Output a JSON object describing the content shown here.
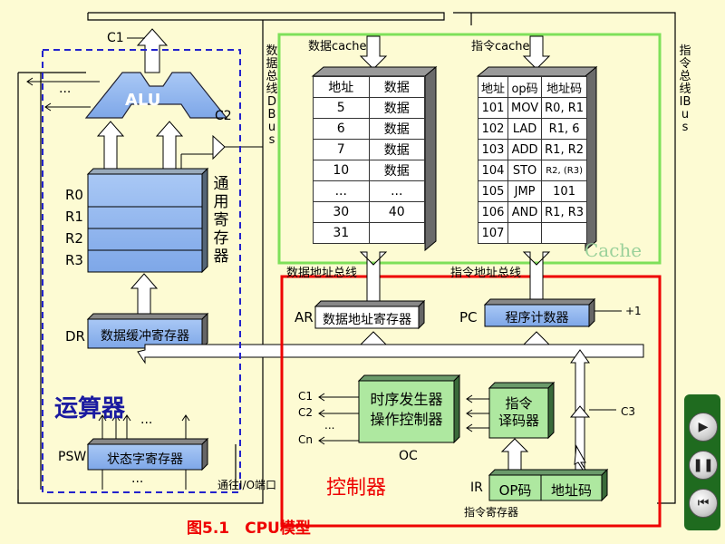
{
  "alu": {
    "label": "ALU",
    "c1": "C1",
    "c2": "C2",
    "dots": "..."
  },
  "registers": {
    "title": "通用寄存器",
    "items": [
      "R0",
      "R1",
      "R2",
      "R3"
    ]
  },
  "dr": {
    "tag": "DR",
    "label": "数据缓冲寄存器"
  },
  "psw": {
    "tag": "PSW",
    "label": "状态字寄存器",
    "dots_top": "...",
    "dots_bottom": "..."
  },
  "arith_title": "运算器",
  "ctrl_title": "控制器",
  "cache_title": "Cache",
  "dbus": {
    "label": "数据总线DBus"
  },
  "ibus": {
    "label": "指令总线IBus"
  },
  "data_cache": {
    "label": "数据cache",
    "headers": [
      "地址",
      "数据"
    ],
    "rows": [
      [
        "5",
        "数据"
      ],
      [
        "6",
        "数据"
      ],
      [
        "7",
        "数据"
      ],
      [
        "10",
        "数据"
      ],
      [
        "...",
        "..."
      ],
      [
        "30",
        "40"
      ],
      [
        "31",
        ""
      ]
    ]
  },
  "instr_cache": {
    "label": "指令cache",
    "headers": [
      "地址",
      "op码",
      "地址码"
    ],
    "rows": [
      [
        "101",
        "MOV",
        "R0, R1"
      ],
      [
        "102",
        "LAD",
        "R1, 6"
      ],
      [
        "103",
        "ADD",
        "R1, R2"
      ],
      [
        "104",
        "STO",
        "R2, (R3)"
      ],
      [
        "105",
        "JMP",
        "101"
      ],
      [
        "106",
        "AND",
        "R1, R3"
      ],
      [
        "107",
        "",
        ""
      ]
    ]
  },
  "data_addr_bus": "数据地址总线",
  "instr_addr_bus": "指令地址总线",
  "ar": {
    "tag": "AR",
    "label": "数据地址寄存器"
  },
  "pc": {
    "tag": "PC",
    "label": "程序计数器",
    "plus": "+1"
  },
  "oc": {
    "line1": "时序发生器",
    "line2": "操作控制器",
    "tag": "OC",
    "signals": [
      "C1",
      "C2",
      "...",
      "Cn"
    ]
  },
  "decoder": {
    "line1": "指令",
    "line2": "译码器",
    "c3": "C3"
  },
  "ir": {
    "tag": "IR",
    "op": "OP码",
    "addr": "地址码",
    "caption": "指令寄存器"
  },
  "io_port": "通往I/O端口",
  "caption": "图5.1　CPU模型",
  "nav": {
    "play_icon": "play-icon",
    "pause_icon": "pause-icon",
    "prev_icon": "skip-back-icon"
  }
}
